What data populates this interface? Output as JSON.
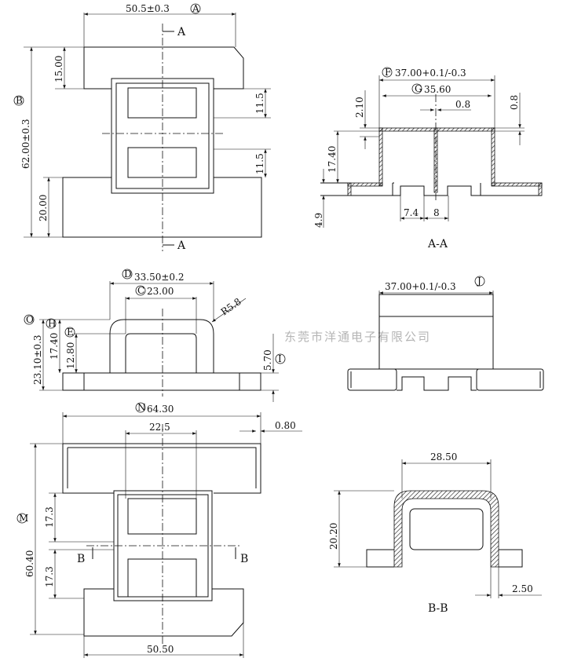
{
  "top_view": {
    "width": "50.5±0.3",
    "width_ref": "A",
    "height": "62.00±0.3",
    "height_ref": "B",
    "flange": "15.00",
    "base": "20.00",
    "win1": "11.5",
    "win2": "11.5",
    "section": "A"
  },
  "section_aa": {
    "title": "A-A",
    "outer": "37.00+0.1/-0.3",
    "outer_ref": "F",
    "inner": "35.60",
    "inner_ref": "G",
    "pin": "0.8",
    "thick": "0.8",
    "top": "2.10",
    "height": "17.40",
    "base": "4.9",
    "slot": "7.4",
    "gap": "8"
  },
  "front_view": {
    "outer": "33.50±0.2",
    "outer_ref": "D",
    "inner": "23.00",
    "inner_ref": "C",
    "radius": "R5.8",
    "total": "23.10±0.3",
    "total_ref": "O",
    "mid": "17.40",
    "mid_ref": "H",
    "low": "12.80",
    "low_ref": "E",
    "base": "5.70",
    "base_ref": "I"
  },
  "side_view": {
    "width": "37.00+0.1/-0.3",
    "width_ref": "J"
  },
  "bottom_view": {
    "width": "64.30",
    "width_ref": "N",
    "core": "22.5",
    "thick": "0.80",
    "height": "60.40",
    "height_ref": "M",
    "win1": "17.3",
    "win2": "17.3",
    "base": "50.50",
    "section": "B"
  },
  "section_bb": {
    "title": "B-B",
    "width": "28.50",
    "height": "20.20",
    "thick": "2.50"
  },
  "watermark": "东莞市洋通电子有限公司"
}
